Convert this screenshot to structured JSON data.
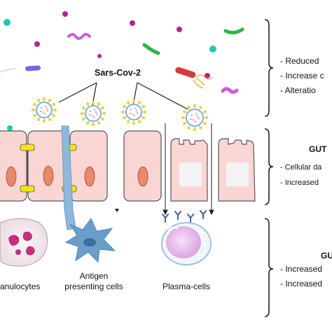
{
  "virus_label": "Sars-Cov-2",
  "sections": {
    "microbiota": {
      "items": [
        "- Reduced",
        "- Increase c",
        "- Alteratio"
      ]
    },
    "gut": {
      "title": "GUT",
      "items": [
        "- Cellular da",
        "- Increased"
      ]
    },
    "immune": {
      "title": "GU",
      "items": [
        "- Increased",
        "- Increased"
      ]
    }
  },
  "cells": {
    "granulocytes": "ranulocytes",
    "apc_line1": "Antigen",
    "apc_line2": "presenting cells",
    "plasma": "Plasma-cells"
  },
  "colors": {
    "epithelium_fill": "#f9d6d4",
    "epithelium_stroke": "#555555",
    "nucleus": "#e8896a",
    "junction": "#f2e31a",
    "apc": "#6a9ec9",
    "plasma_cell": "#d99fe0",
    "granulocyte": "#c4317a",
    "virus_ring": "#5aa0d8",
    "virus_spike": "#e9d736",
    "brace": "#222222"
  }
}
